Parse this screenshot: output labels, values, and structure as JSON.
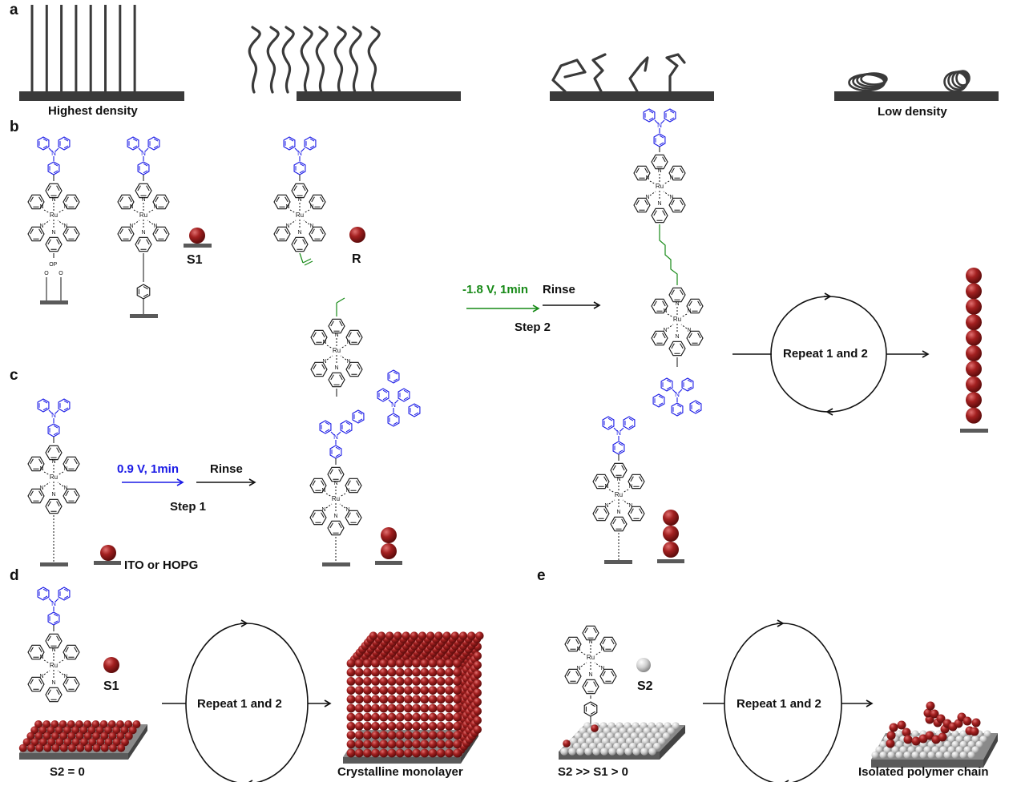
{
  "figure": {
    "panels": {
      "a": {
        "letter": "a",
        "captions": {
          "left": "Highest density",
          "right": "Low density"
        },
        "density_stages": [
          "highest",
          "high",
          "medium",
          "low"
        ]
      },
      "b": {
        "letter": "b",
        "labels": {
          "s1": "S1",
          "r": "R"
        },
        "molecules": [
          "phosphonate-anchored Ru(tpy)2-TPA",
          "phenyl-anchored Ru(tpy)2-TPA",
          "vinyl-terminated Ru(tpy)2-TPA monomer"
        ]
      },
      "c": {
        "letter": "c",
        "step1": {
          "condition": "0.9 V, 1min",
          "rinse": "Rinse",
          "name": "Step 1"
        },
        "step2": {
          "condition": "-1.8 V, 1min",
          "rinse": "Rinse",
          "name": "Step 2"
        },
        "substrate_label": "ITO or HOPG",
        "cycle_label": "Repeat 1 and 2",
        "chain_spheres": 10
      },
      "d": {
        "letter": "d",
        "label_s1": "S1",
        "condition": "S2 = 0",
        "cycle_label": "Repeat 1 and 2",
        "result": "Crystalline monolayer"
      },
      "e": {
        "letter": "e",
        "label_s2": "S2",
        "condition": "S2 >> S1 >  0",
        "cycle_label": "Repeat 1 and 2",
        "result": "Isolated polymer chain"
      }
    },
    "colors": {
      "tpa_blue": "#1a1ae6",
      "linker_green": "#178a17",
      "sphere_red": "#9b1a1a",
      "sphere_grey": "#cfcfcf",
      "substrate_grey": "#5a5a5a",
      "brush_dark": "#3a3a3a"
    }
  }
}
